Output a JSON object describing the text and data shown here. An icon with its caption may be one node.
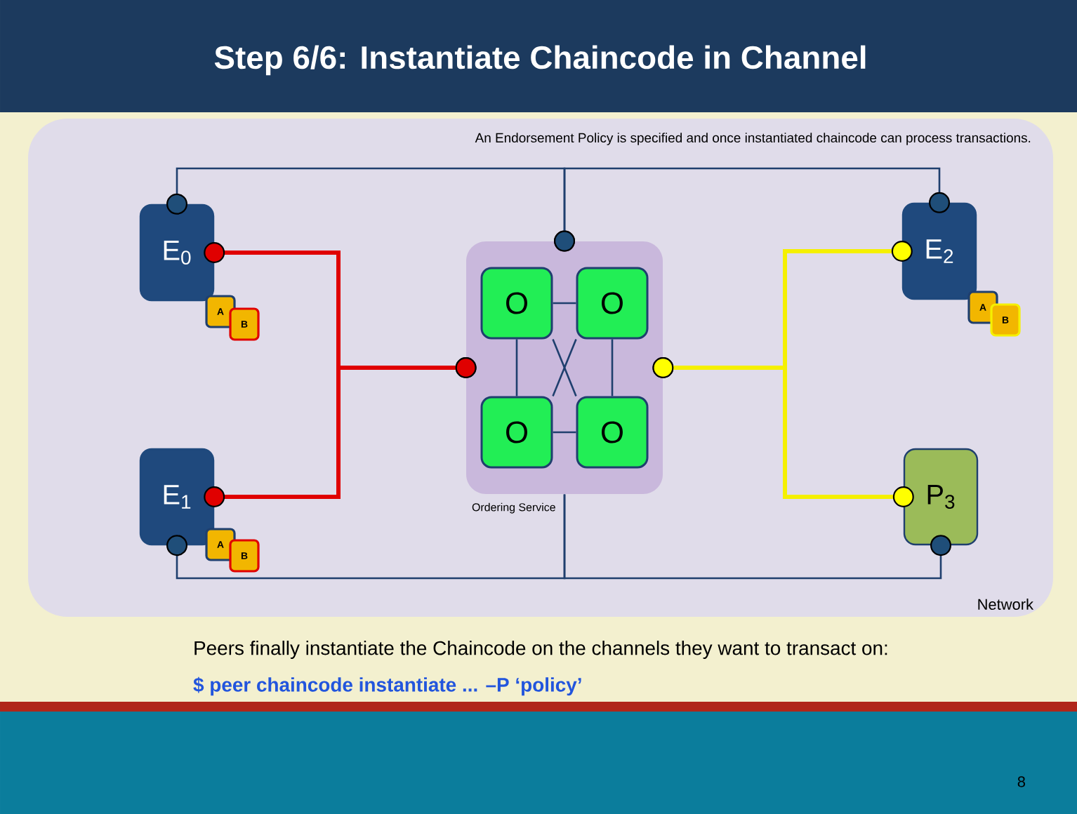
{
  "diagram": {
    "title": "Step 6/6: Instantiate Chaincode in Channel",
    "nodes": [
      {
        "text": [
          "Network"
        ]
      },
      {
        "text": [
          "E$_{0}$"
        ],
        "in": 0
      },
      {
        "text": [
          "A"
        ],
        "in": 0
      },
      {
        "text": [
          "B"
        ],
        "in": 0
      },
      {
        "text": [
          "Ordering Service"
        ],
        "in": 0
      },
      {
        "text": [
          "O"
        ],
        "in": 4
      },
      {
        "text": [
          "O"
        ],
        "in": 4
      },
      {
        "text": [
          "O"
        ],
        "in": 4
      },
      {
        "text": [
          "O"
        ],
        "in": 4
      },
      {
        "text": [
          "E$_{2}$"
        ],
        "in": 0
      },
      {
        "text": [
          "A"
        ],
        "in": 0
      },
      {
        "text": [
          "B"
        ],
        "in": 0
      },
      {
        "text": [
          "E$_{1}$"
        ],
        "in": 0
      },
      {
        "text": [
          "A"
        ],
        "in": 0
      },
      {
        "text": [
          "B"
        ],
        "in": 0
      },
      {
        "text": [
          "P$_{3}$"
        ],
        "in": 0
      }
    ],
    "edges": [
      {
        "from": 1,
        "to": 4,
        "arrow": "other",
        "style": "thick",
        "color": "#e00000"
      },
      {
        "from": 12,
        "to": 4,
        "arrow": "other",
        "style": "thick",
        "color": "#e00000"
      },
      {
        "from": 4,
        "to": 9,
        "arrow": "other",
        "style": "thick",
        "color": "#f5f000"
      },
      {
        "from": 4,
        "to": 15,
        "arrow": "other",
        "style": "thick",
        "color": "#f5f000"
      },
      {
        "from": 1,
        "to": 4,
        "arrow": "other"
      },
      {
        "from": 9,
        "to": 4,
        "arrow": "other"
      },
      {
        "from": 12,
        "to": 4,
        "arrow": "other"
      },
      {
        "from": 15,
        "to": 4,
        "arrow": "other"
      },
      {
        "from": 5,
        "to": 6,
        "arrow": "none"
      },
      {
        "from": 7,
        "to": 8,
        "arrow": "none"
      },
      {
        "from": 5,
        "to": 7,
        "arrow": "none"
      },
      {
        "from": 6,
        "to": 8,
        "arrow": "none"
      },
      {
        "from": 5,
        "to": 8,
        "arrow": "none"
      },
      {
        "from": 6,
        "to": 7,
        "arrow": "none"
      }
    ],
    "labels": [
      "An Endorsement Policy is specified and once instantiated chaincode can process transactions.",
      "Peers finally instantiate the Chaincode on the channels they want to transact on:",
      "$ peer chaincode instantiate ... –P ‘policy’",
      "8"
    ]
  }
}
